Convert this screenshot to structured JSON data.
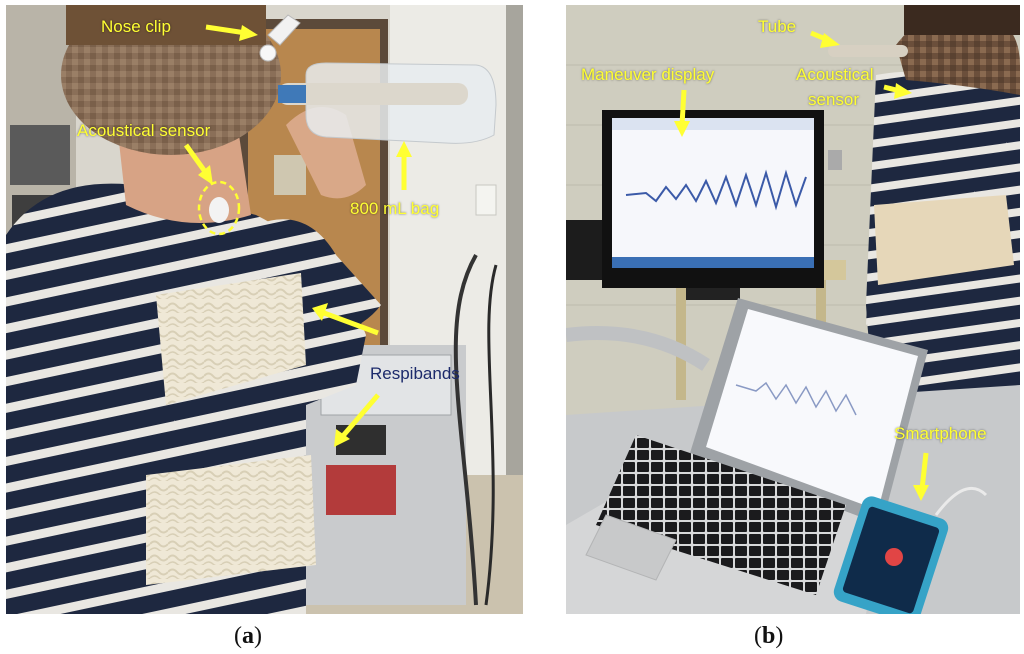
{
  "panel_a": {
    "labels": {
      "nose_clip": "Nose clip",
      "acoustical_sensor": "Acoustical sensor",
      "bag": "800 mL bag",
      "respibands": "Respibands"
    },
    "caption_letter": "a"
  },
  "panel_b": {
    "labels": {
      "tube": "Tube",
      "maneuver_display": "Maneuver display",
      "acoustical_sensor_line1": "Acoustical",
      "acoustical_sensor_line2": "sensor",
      "smartphone": "Smartphone"
    },
    "caption_letter": "b"
  },
  "colors": {
    "label": "#ffff33",
    "respibands_label": "#1c2a6b",
    "shirt_dark": "#1e2840",
    "shirt_light": "#e9e7e2"
  }
}
